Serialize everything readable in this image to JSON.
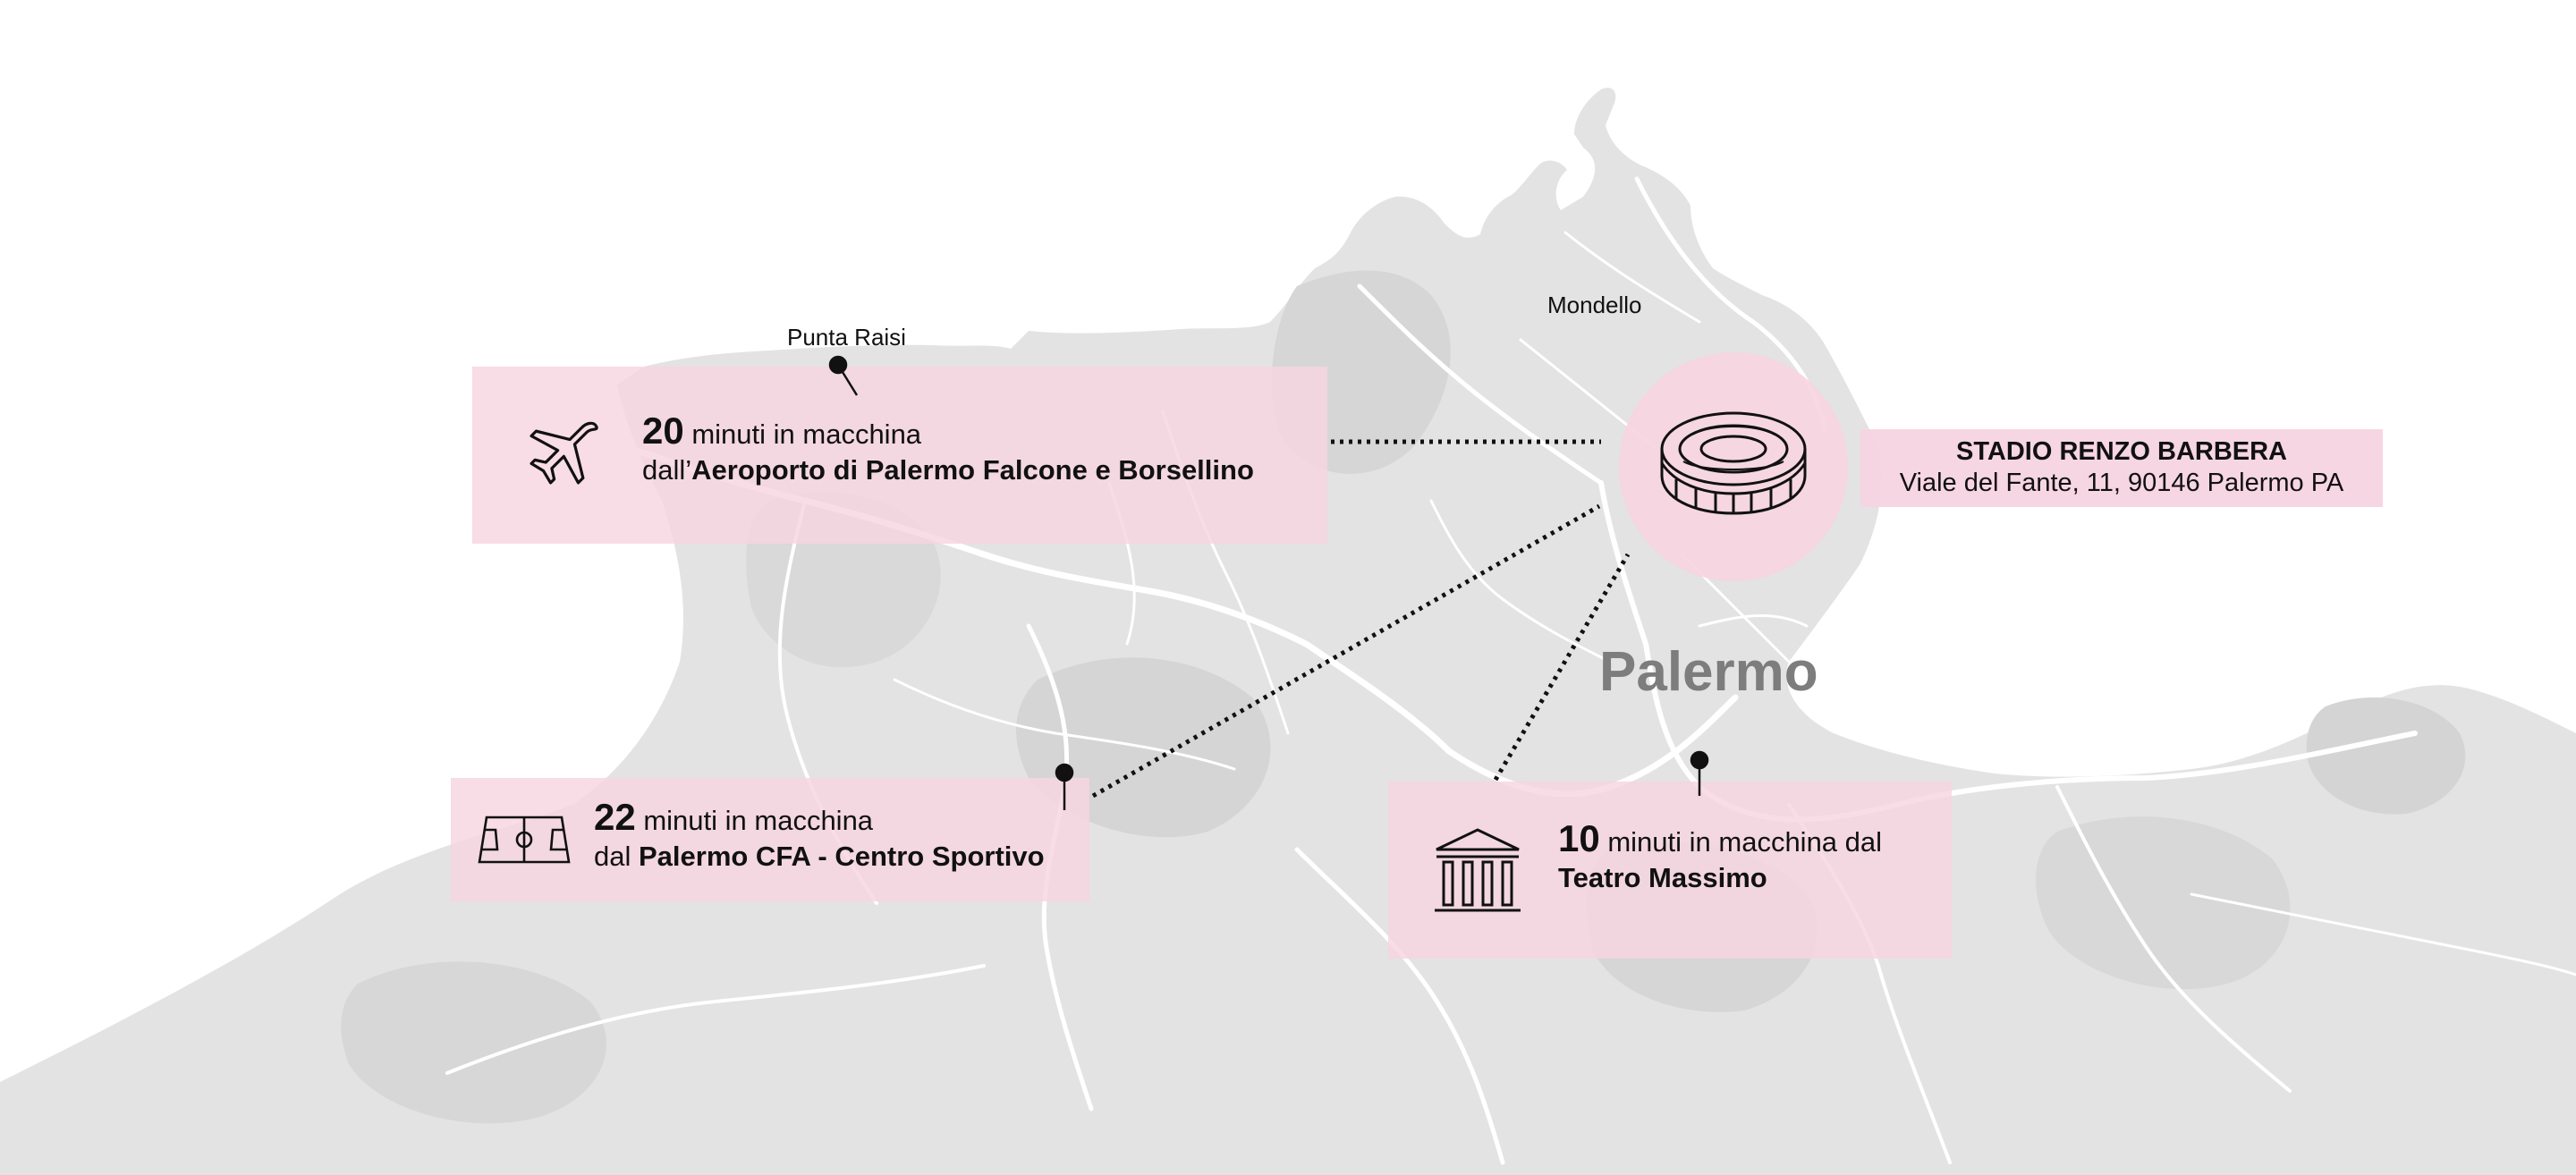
{
  "map": {
    "places": {
      "punta_raisi": "Punta Raisi",
      "mondello": "Mondello",
      "city": "Palermo"
    },
    "stadium": {
      "name": "STADIO RENZO BARBERA",
      "address": "Viale del Fante, 11, 90146 Palermo PA",
      "icon": "stadium-icon"
    },
    "destinations": [
      {
        "icon": "airplane-icon",
        "minutes": "20",
        "line1_rest": " minuti in macchina",
        "line2_prefix": "dall’",
        "line2_bold": "Aeroporto di Palermo Falcone e Borsellino"
      },
      {
        "icon": "football-pitch-icon",
        "minutes": "22",
        "line1_rest": " minuti in macchina",
        "line2_prefix": "dal ",
        "line2_bold": "Palermo CFA - Centro Sportivo"
      },
      {
        "icon": "theater-building-icon",
        "minutes": "10",
        "line1_rest": " minuti in macchina dal",
        "line2_prefix": "",
        "line2_bold": "Teatro Massimo"
      }
    ],
    "colors": {
      "card_pink": "#f6d4e0",
      "land_gray": "#e2e2e2",
      "road_white": "#ffffff",
      "city_label": "#7d7d7d"
    }
  }
}
